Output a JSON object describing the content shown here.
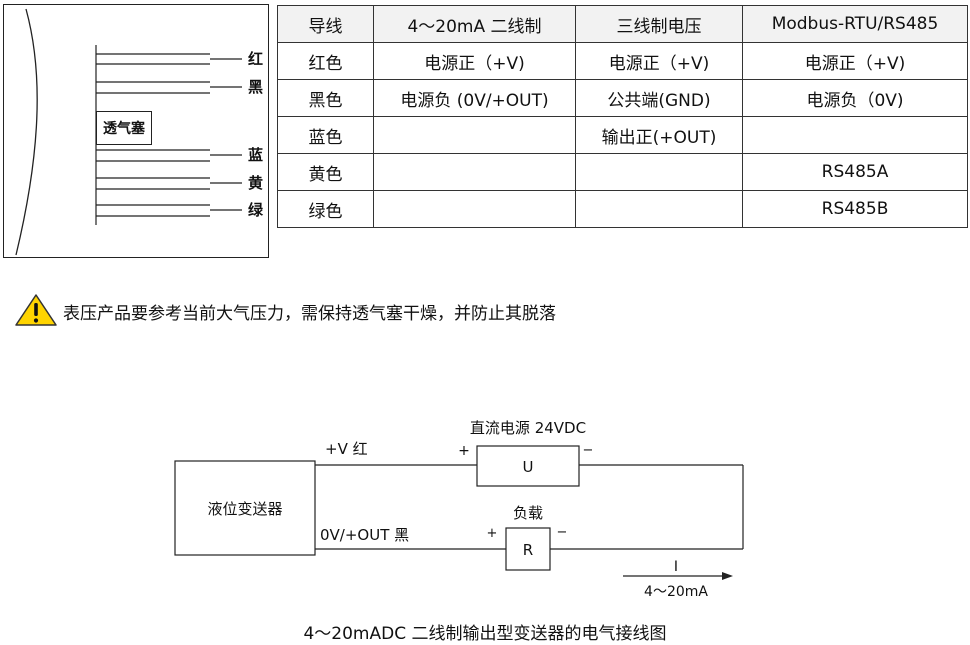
{
  "cable": {
    "vent_label": "透气塞",
    "wires": [
      "红",
      "黑",
      "蓝",
      "黄",
      "绿"
    ]
  },
  "table": {
    "headers": [
      "导线",
      "4～20mA 二线制",
      "三线制电压",
      "Modbus-RTU/RS485"
    ],
    "rows": [
      [
        "红色",
        "电源正（+V)",
        "电源正（+V)",
        "电源正（+V)"
      ],
      [
        "黑色",
        "电源负 (0V/+OUT)",
        "公共端(GND)",
        "电源负（0V)"
      ],
      [
        "蓝色",
        "",
        "输出正(+OUT)",
        ""
      ],
      [
        "黄色",
        "",
        "",
        "RS485A"
      ],
      [
        "绿色",
        "",
        "",
        "RS485B"
      ]
    ]
  },
  "warning": {
    "icon": "warning-triangle-icon",
    "text": "表压产品要参考当前大气压力，需保持透气塞干燥，并防止其脱落"
  },
  "circuit": {
    "transmitter": "液位变送器",
    "supply_label": "直流电源 24VDC",
    "supply_symbol": "U",
    "load_label": "负载",
    "load_symbol": "R",
    "plus_wire_label": "+V  红",
    "minus_wire_label": "0V/+OUT 黑",
    "plus_sign": "+",
    "minus_sign": "−",
    "current_label": "I",
    "current_range": "4～20mA",
    "caption": "4～20mADC 二线制输出型变送器的电气接线图"
  }
}
